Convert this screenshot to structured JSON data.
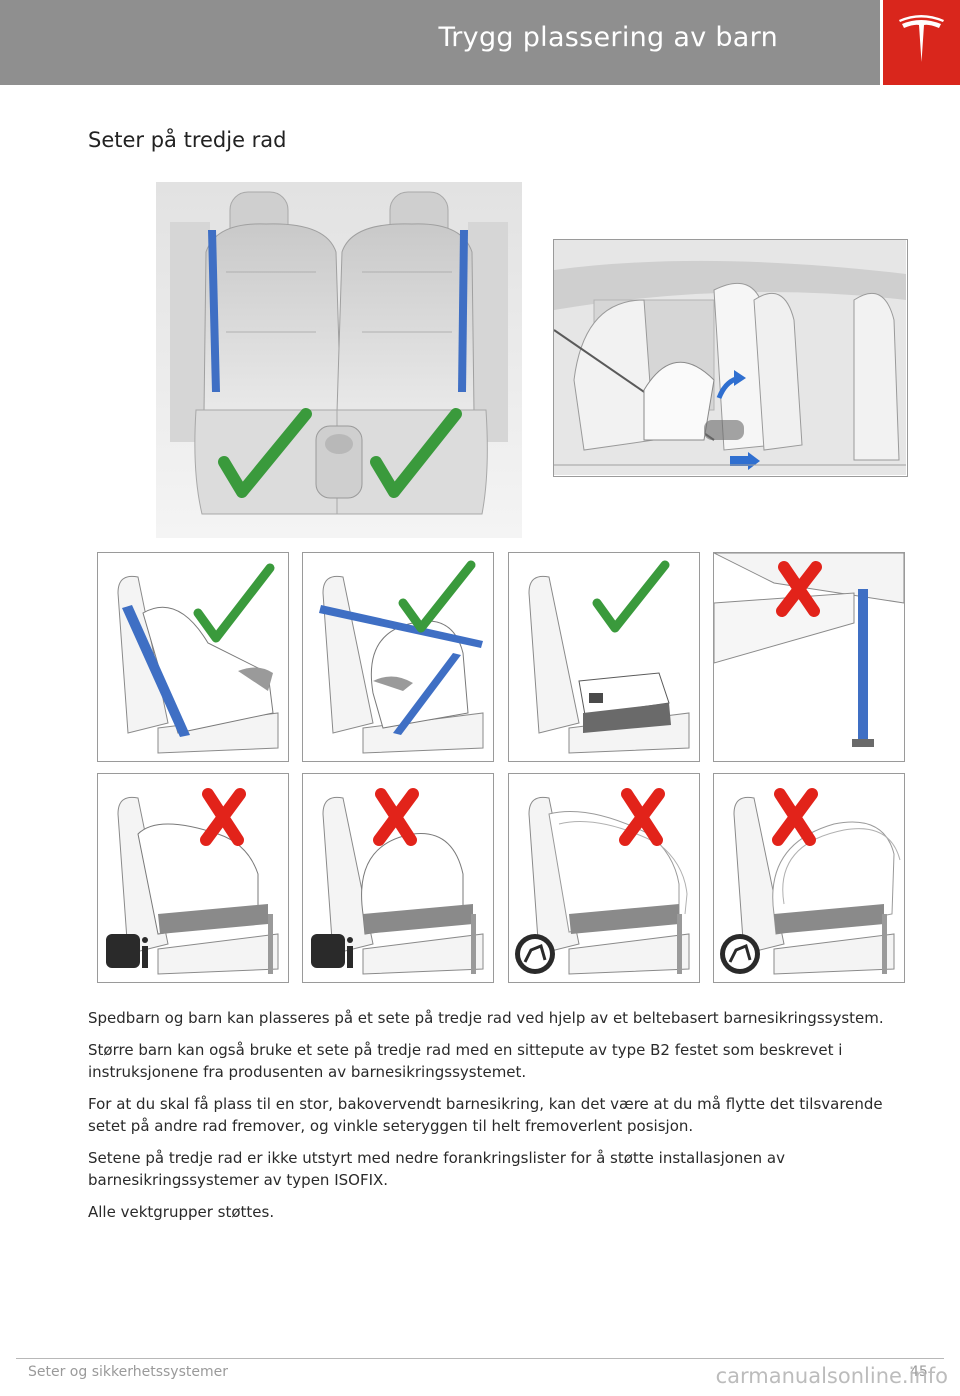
{
  "header": {
    "title": "Trygg plassering av barn",
    "brand_color": "#d9261c",
    "bar_color": "#8f8f8f"
  },
  "section": {
    "title": "Seter på tredje rad"
  },
  "figures": {
    "main_seat_check_count": 2,
    "panels_top": [
      {
        "status": "allowed",
        "icon": "check-icon"
      },
      {
        "status": "allowed",
        "icon": "check-icon"
      },
      {
        "status": "allowed",
        "icon": "check-icon"
      },
      {
        "status": "not-allowed",
        "icon": "cross-icon"
      }
    ],
    "panels_bottom": [
      {
        "status": "not-allowed",
        "icon": "cross-icon",
        "symbol": "isofix-i-icon"
      },
      {
        "status": "not-allowed",
        "icon": "cross-icon",
        "symbol": "isofix-i-icon"
      },
      {
        "status": "not-allowed",
        "icon": "cross-icon",
        "symbol": "isofix-round-icon"
      },
      {
        "status": "not-allowed",
        "icon": "cross-icon",
        "symbol": "isofix-round-icon"
      }
    ],
    "colors": {
      "check": "#3a9a3c",
      "cross": "#e2231a",
      "belt": "#3f6fc4"
    }
  },
  "body": {
    "p1": "Spedbarn og barn kan plasseres på et sete på tredje rad ved hjelp av et beltebasert barnesikringssystem.",
    "p2": "Større barn kan også bruke et sete på tredje rad med en sittepute av type B2 festet som beskrevet i instruksjonene fra produsenten av barnesikringssystemet.",
    "p3": "For at du skal få plass til en stor, bakovervendt barnesikring, kan det være at du må flytte det tilsvarende setet på andre rad fremover, og vinkle seteryggen til helt fremoverlent posisjon.",
    "p4": "Setene på tredje rad er ikke utstyrt med nedre forankringslister for å støtte installasjonen av barnesikringssystemer av typen ISOFIX.",
    "p5": "Alle vektgrupper støttes."
  },
  "footer": {
    "section": "Seter og sikkerhetssystemer",
    "page": "45",
    "watermark": "carmanualsonline.info"
  }
}
